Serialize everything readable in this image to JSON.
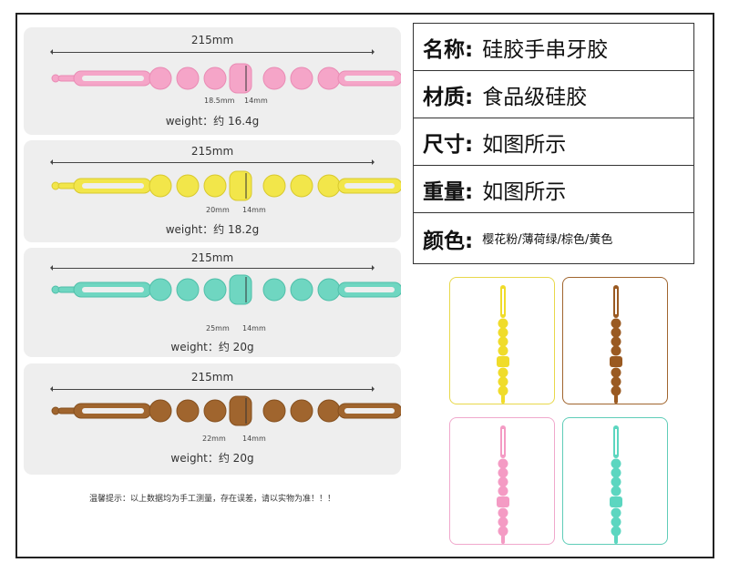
{
  "products": [
    {
      "length": "215mm",
      "wide_dim": "18.5mm",
      "narrow_dim": "14mm",
      "weight": "weight：约 16.4g",
      "color": "#f5a5c8",
      "stroke": "#e98bb4"
    },
    {
      "length": "215mm",
      "wide_dim": "20mm",
      "narrow_dim": "14mm",
      "weight": "weight：约 18.2g",
      "color": "#f2e64a",
      "stroke": "#d8c92d"
    },
    {
      "length": "215mm",
      "wide_dim": "25mm",
      "narrow_dim": "14mm",
      "weight": "weight：约 20g",
      "color": "#6fd6c1",
      "stroke": "#4fbfa9"
    },
    {
      "length": "215mm",
      "wide_dim": "22mm",
      "narrow_dim": "14mm",
      "weight": "weight：约 20g",
      "color": "#a0652e",
      "stroke": "#85501f"
    }
  ],
  "note": "温馨提示：以上数据均为手工测量，存在误差，请以实物为准！！！",
  "spec": [
    {
      "label": "名称:",
      "value": "硅胶手串牙胶"
    },
    {
      "label": "材质:",
      "value": "食品级硅胶"
    },
    {
      "label": "尺寸:",
      "value": "如图所示"
    },
    {
      "label": "重量:",
      "value": "如图所示"
    },
    {
      "label": "颜色:",
      "value": "樱花粉/薄荷绿/棕色/黄色"
    }
  ],
  "photos": [
    {
      "border": "#e8d84a",
      "color": "#f0dc2a"
    },
    {
      "border": "#a0652e",
      "color": "#9a5a22"
    },
    {
      "border": "#f0a8cc",
      "color": "#f49bc4"
    },
    {
      "border": "#5fcdb8",
      "color": "#5cd6c0"
    }
  ]
}
